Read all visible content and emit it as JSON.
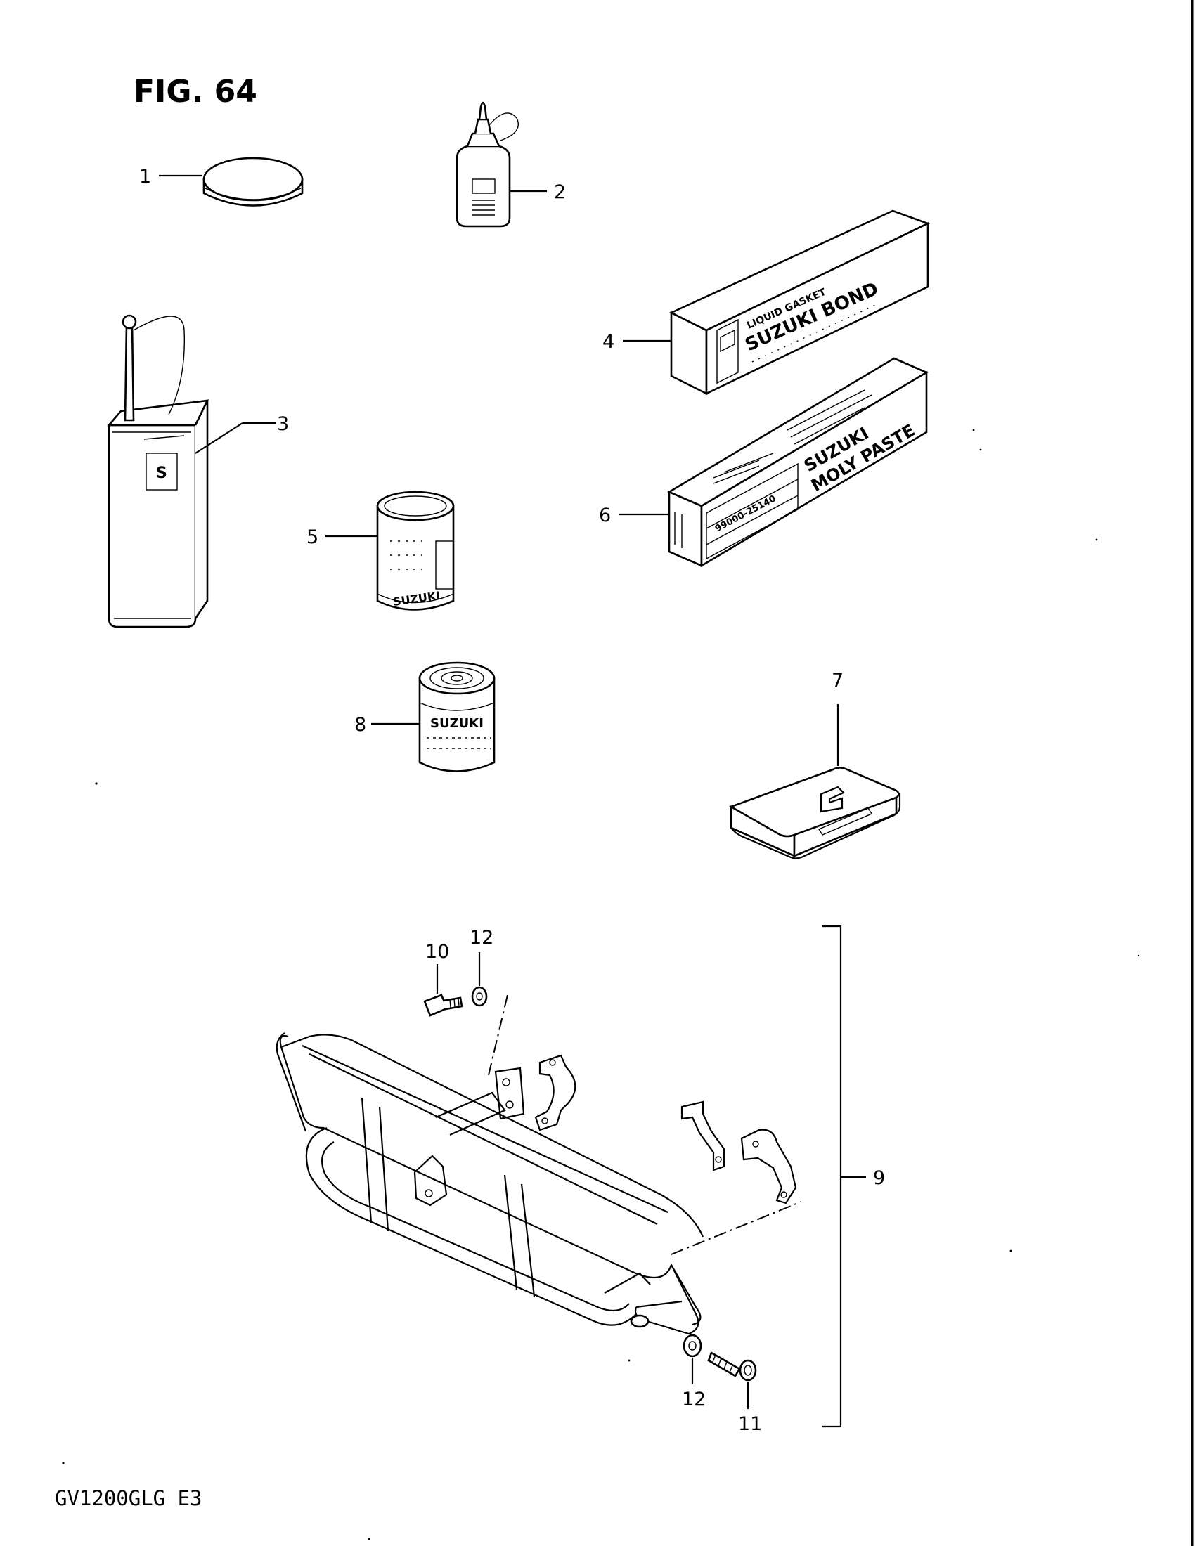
{
  "figure": {
    "title": "FIG. 64",
    "model_code": "GV1200GLG E3"
  },
  "callouts": [
    {
      "id": "1",
      "text": "1"
    },
    {
      "id": "2",
      "text": "2"
    },
    {
      "id": "3",
      "text": "3"
    },
    {
      "id": "4",
      "text": "4"
    },
    {
      "id": "5",
      "text": "5"
    },
    {
      "id": "6",
      "text": "6"
    },
    {
      "id": "7",
      "text": "7"
    },
    {
      "id": "8",
      "text": "8"
    },
    {
      "id": "9",
      "text": "9"
    },
    {
      "id": "10",
      "text": "10"
    },
    {
      "id": "11",
      "text": "11"
    },
    {
      "id": "12a",
      "text": "12"
    },
    {
      "id": "12b",
      "text": "12"
    }
  ],
  "labels": {
    "bond_small": "LIQUID GASKET",
    "bond_brand": "SUZUKI BOND",
    "paste_brand": "SUZUKI",
    "paste_name": "MOLY PASTE",
    "paste_code": "99000-25140",
    "can5_text": "SUZUKI",
    "can8_text": "SUZUKI",
    "toolkit_logo": "S"
  },
  "colors": {
    "ink": "#000000",
    "paper": "#ffffff"
  }
}
